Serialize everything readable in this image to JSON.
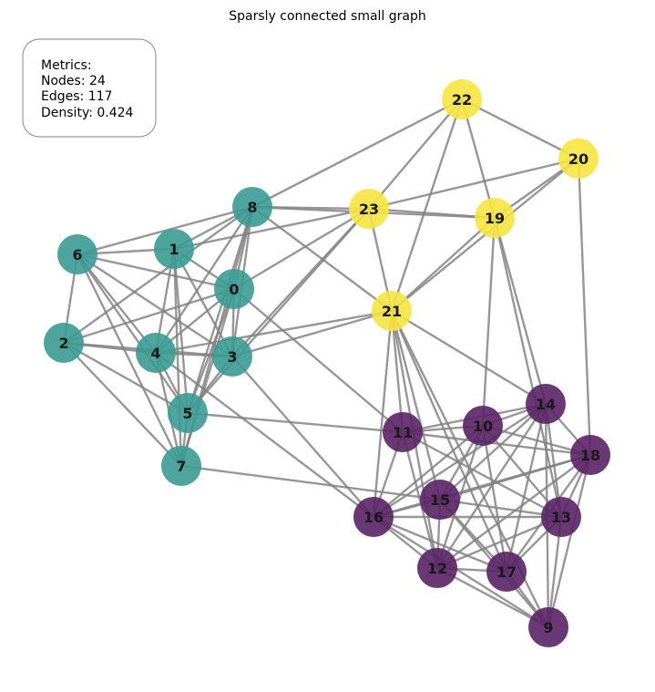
{
  "title": "Sparsly connected small graph",
  "metrics": {
    "header": "Metrics:",
    "nodes_line": "Nodes: 24",
    "edges_line": "Edges: 117",
    "density_line": "Density: 0.424"
  },
  "colors": {
    "teal": "#3a9b94",
    "yellow": "#f7e443",
    "purple": "#5a2466",
    "edge": "#808080"
  },
  "nodes": [
    {
      "id": "0",
      "group": "teal"
    },
    {
      "id": "1",
      "group": "teal"
    },
    {
      "id": "2",
      "group": "teal"
    },
    {
      "id": "3",
      "group": "teal"
    },
    {
      "id": "4",
      "group": "teal"
    },
    {
      "id": "5",
      "group": "teal"
    },
    {
      "id": "6",
      "group": "teal"
    },
    {
      "id": "7",
      "group": "teal"
    },
    {
      "id": "8",
      "group": "teal"
    },
    {
      "id": "9",
      "group": "purple"
    },
    {
      "id": "10",
      "group": "purple"
    },
    {
      "id": "11",
      "group": "purple"
    },
    {
      "id": "12",
      "group": "purple"
    },
    {
      "id": "13",
      "group": "purple"
    },
    {
      "id": "14",
      "group": "purple"
    },
    {
      "id": "15",
      "group": "purple"
    },
    {
      "id": "16",
      "group": "purple"
    },
    {
      "id": "17",
      "group": "purple"
    },
    {
      "id": "18",
      "group": "purple"
    },
    {
      "id": "19",
      "group": "yellow"
    },
    {
      "id": "20",
      "group": "yellow"
    },
    {
      "id": "21",
      "group": "yellow"
    },
    {
      "id": "22",
      "group": "yellow"
    },
    {
      "id": "23",
      "group": "yellow"
    }
  ],
  "edges": [
    [
      "8",
      "1"
    ],
    [
      "8",
      "6"
    ],
    [
      "8",
      "2"
    ],
    [
      "8",
      "4"
    ],
    [
      "8",
      "5"
    ],
    [
      "8",
      "7"
    ],
    [
      "8",
      "3"
    ],
    [
      "8",
      "0"
    ],
    [
      "8",
      "23"
    ],
    [
      "8",
      "19"
    ],
    [
      "8",
      "21"
    ],
    [
      "8",
      "22"
    ],
    [
      "1",
      "6"
    ],
    [
      "1",
      "4"
    ],
    [
      "1",
      "5"
    ],
    [
      "1",
      "7"
    ],
    [
      "1",
      "0"
    ],
    [
      "1",
      "3"
    ],
    [
      "1",
      "23"
    ],
    [
      "6",
      "0"
    ],
    [
      "6",
      "4"
    ],
    [
      "6",
      "5"
    ],
    [
      "6",
      "7"
    ],
    [
      "6",
      "3"
    ],
    [
      "6",
      "2"
    ],
    [
      "0",
      "2"
    ],
    [
      "0",
      "4"
    ],
    [
      "0",
      "5"
    ],
    [
      "0",
      "7"
    ],
    [
      "0",
      "3"
    ],
    [
      "0",
      "23"
    ],
    [
      "0",
      "11"
    ],
    [
      "2",
      "4"
    ],
    [
      "2",
      "3"
    ],
    [
      "2",
      "5"
    ],
    [
      "2",
      "7"
    ],
    [
      "4",
      "3"
    ],
    [
      "4",
      "5"
    ],
    [
      "4",
      "7"
    ],
    [
      "4",
      "21"
    ],
    [
      "4",
      "16"
    ],
    [
      "3",
      "5"
    ],
    [
      "3",
      "21"
    ],
    [
      "3",
      "23"
    ],
    [
      "3",
      "16"
    ],
    [
      "5",
      "7"
    ],
    [
      "5",
      "11"
    ],
    [
      "5",
      "23"
    ],
    [
      "7",
      "15"
    ],
    [
      "22",
      "23"
    ],
    [
      "22",
      "19"
    ],
    [
      "22",
      "20"
    ],
    [
      "22",
      "21"
    ],
    [
      "20",
      "23"
    ],
    [
      "20",
      "19"
    ],
    [
      "20",
      "21"
    ],
    [
      "20",
      "18"
    ],
    [
      "23",
      "19"
    ],
    [
      "23",
      "21"
    ],
    [
      "19",
      "21"
    ],
    [
      "19",
      "10"
    ],
    [
      "19",
      "14"
    ],
    [
      "19",
      "13"
    ],
    [
      "21",
      "11"
    ],
    [
      "21",
      "16"
    ],
    [
      "21",
      "12"
    ],
    [
      "21",
      "17"
    ],
    [
      "21",
      "15"
    ],
    [
      "21",
      "9"
    ],
    [
      "21",
      "14"
    ],
    [
      "11",
      "10"
    ],
    [
      "11",
      "16"
    ],
    [
      "11",
      "12"
    ],
    [
      "11",
      "18"
    ],
    [
      "11",
      "14"
    ],
    [
      "11",
      "13"
    ],
    [
      "10",
      "14"
    ],
    [
      "10",
      "15"
    ],
    [
      "10",
      "16"
    ],
    [
      "10",
      "12"
    ],
    [
      "10",
      "17"
    ],
    [
      "10",
      "18"
    ],
    [
      "10",
      "13"
    ],
    [
      "14",
      "18"
    ],
    [
      "14",
      "15"
    ],
    [
      "14",
      "16"
    ],
    [
      "14",
      "12"
    ],
    [
      "14",
      "17"
    ],
    [
      "14",
      "13"
    ],
    [
      "14",
      "9"
    ],
    [
      "18",
      "15"
    ],
    [
      "18",
      "16"
    ],
    [
      "18",
      "13"
    ],
    [
      "18",
      "12"
    ],
    [
      "18",
      "17"
    ],
    [
      "18",
      "9"
    ],
    [
      "15",
      "16"
    ],
    [
      "15",
      "12"
    ],
    [
      "15",
      "17"
    ],
    [
      "15",
      "13"
    ],
    [
      "15",
      "9"
    ],
    [
      "16",
      "12"
    ],
    [
      "16",
      "17"
    ],
    [
      "16",
      "13"
    ],
    [
      "16",
      "9"
    ],
    [
      "13",
      "12"
    ],
    [
      "13",
      "17"
    ],
    [
      "13",
      "9"
    ],
    [
      "12",
      "17"
    ],
    [
      "12",
      "9"
    ],
    [
      "17",
      "9"
    ]
  ]
}
